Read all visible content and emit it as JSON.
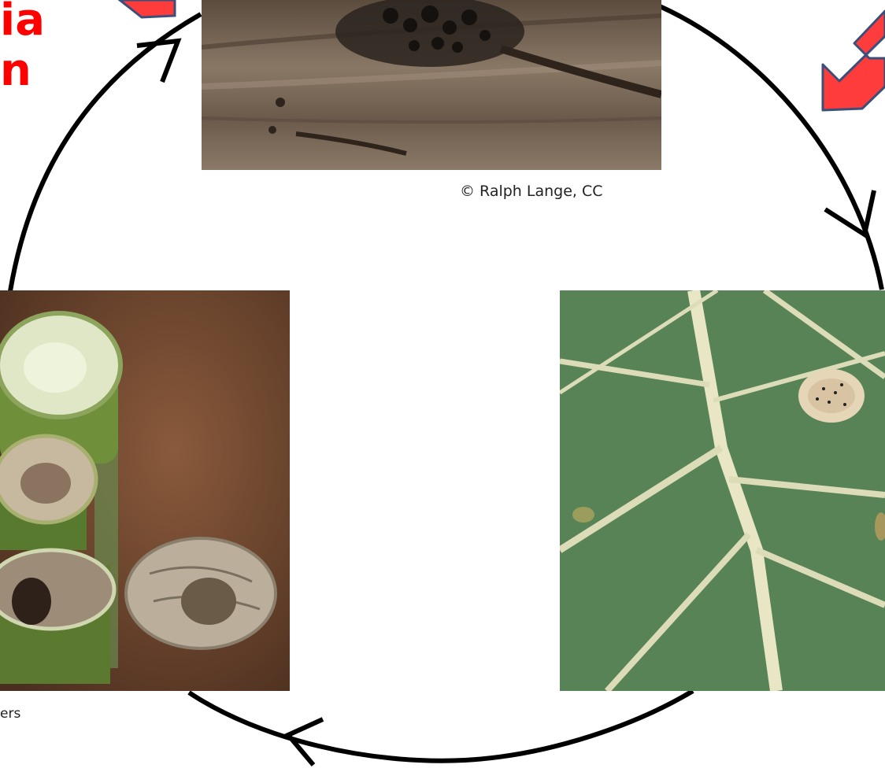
{
  "title": {
    "line_1": "ia",
    "line_2": "n",
    "color": "#ff0000"
  },
  "photos": {
    "top": {
      "caption": "© Ralph Lange, CC"
    },
    "left": {
      "caption": "ers"
    },
    "right": {
      "caption": ""
    }
  },
  "colors": {
    "cycle_line": "#000000",
    "pointer_arrow_fill": "#ff3c3c",
    "pointer_arrow_stroke": "#3a4f7a"
  }
}
